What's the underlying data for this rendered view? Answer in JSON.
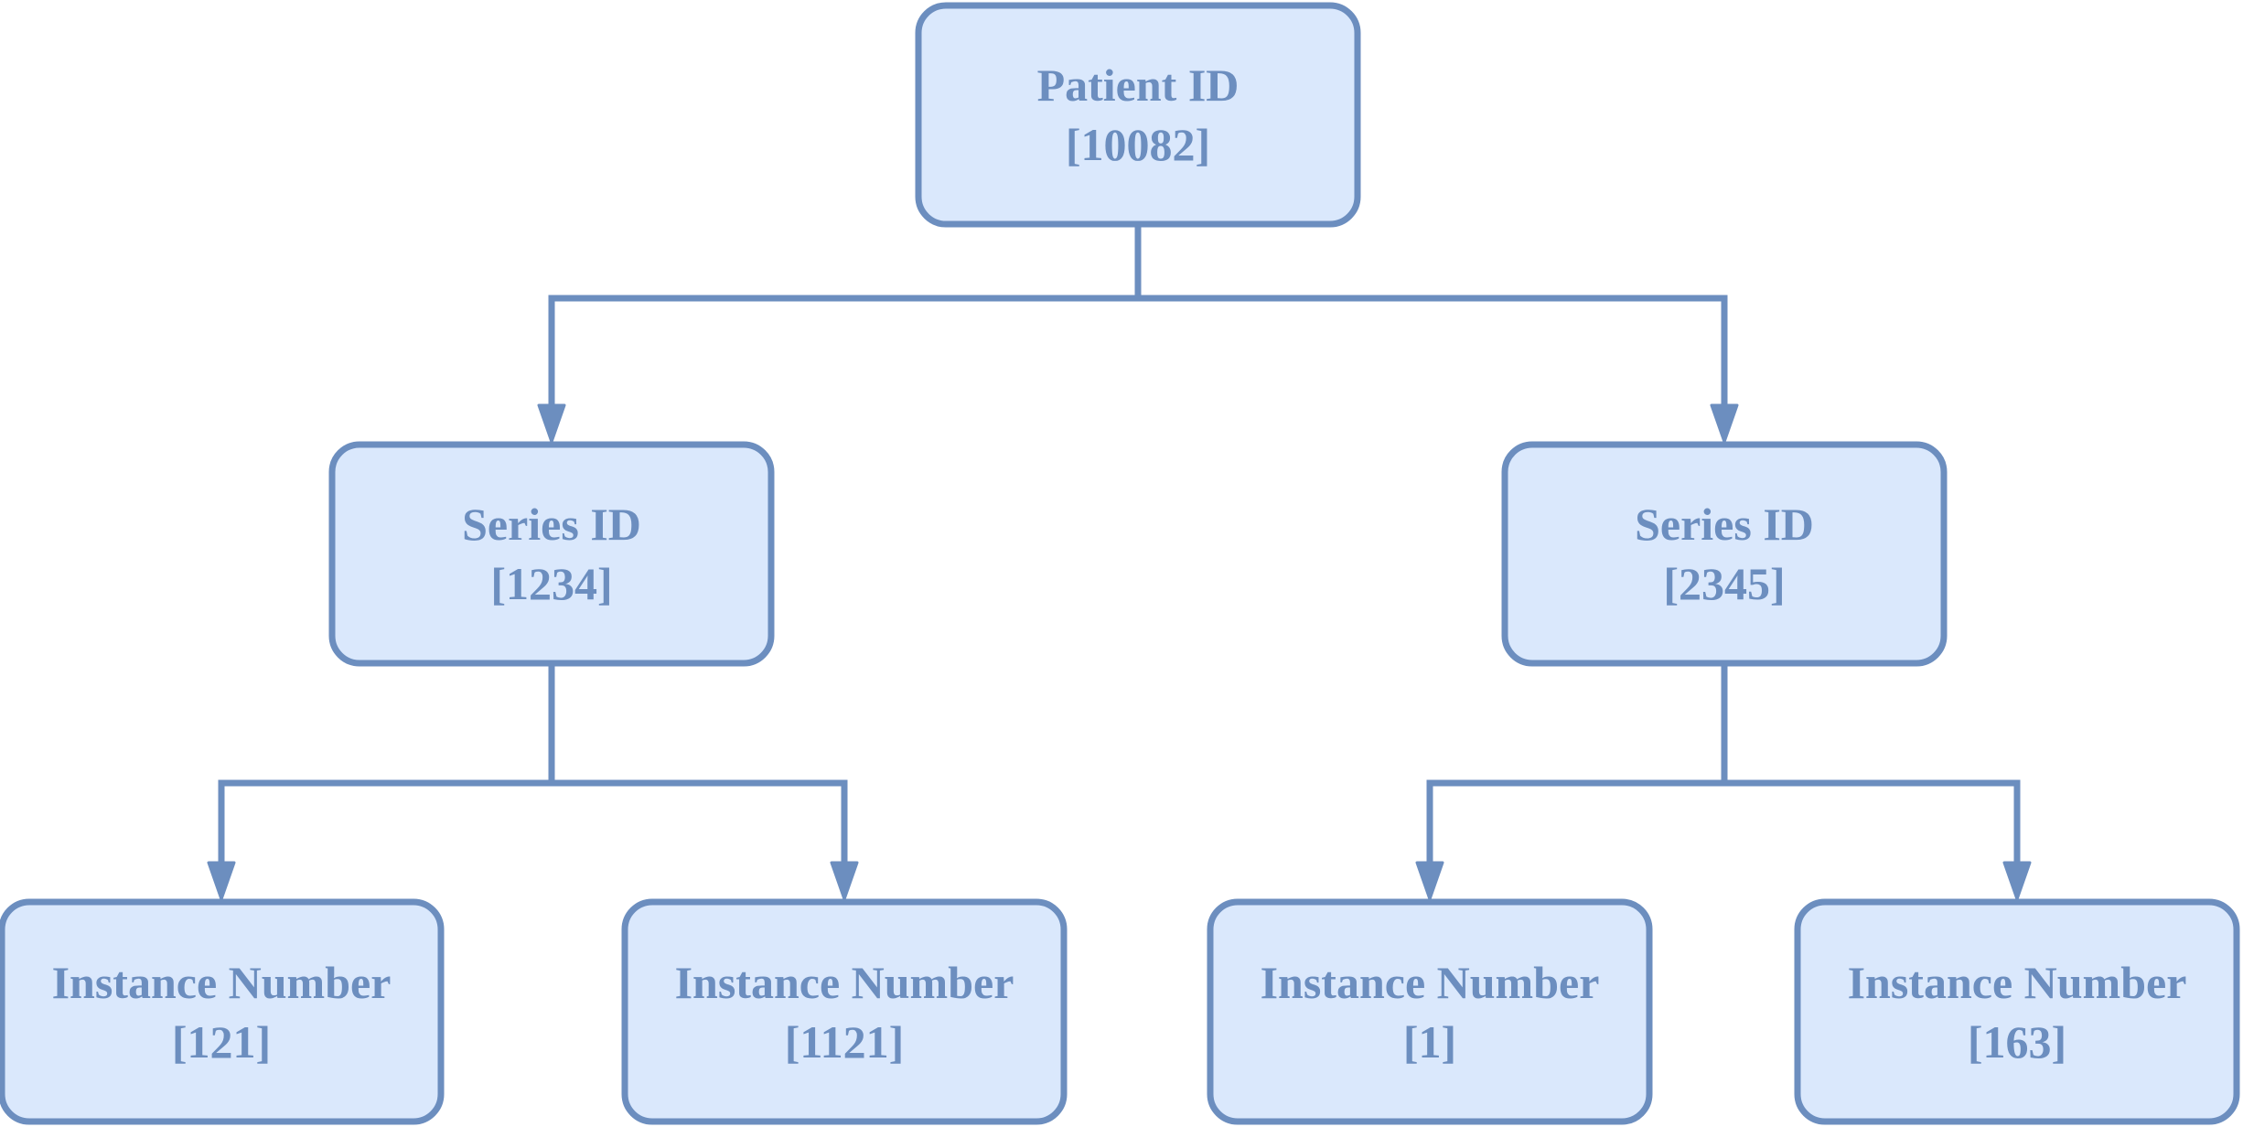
{
  "diagram": {
    "root": {
      "title": "Patient ID",
      "value": "[10082]"
    },
    "series_left": {
      "title": "Series ID",
      "value": "[1234]"
    },
    "series_right": {
      "title": "Series ID",
      "value": "[2345]"
    },
    "instance_1": {
      "title": "Instance Number",
      "value": "[121]"
    },
    "instance_2": {
      "title": "Instance Number",
      "value": "[1121]"
    },
    "instance_3": {
      "title": "Instance Number",
      "value": "[1]"
    },
    "instance_4": {
      "title": "Instance Number",
      "value": "[163]"
    },
    "colors": {
      "fill": "#dae8fc",
      "stroke": "#6c8ebf",
      "text": "#6c8ebf"
    }
  }
}
